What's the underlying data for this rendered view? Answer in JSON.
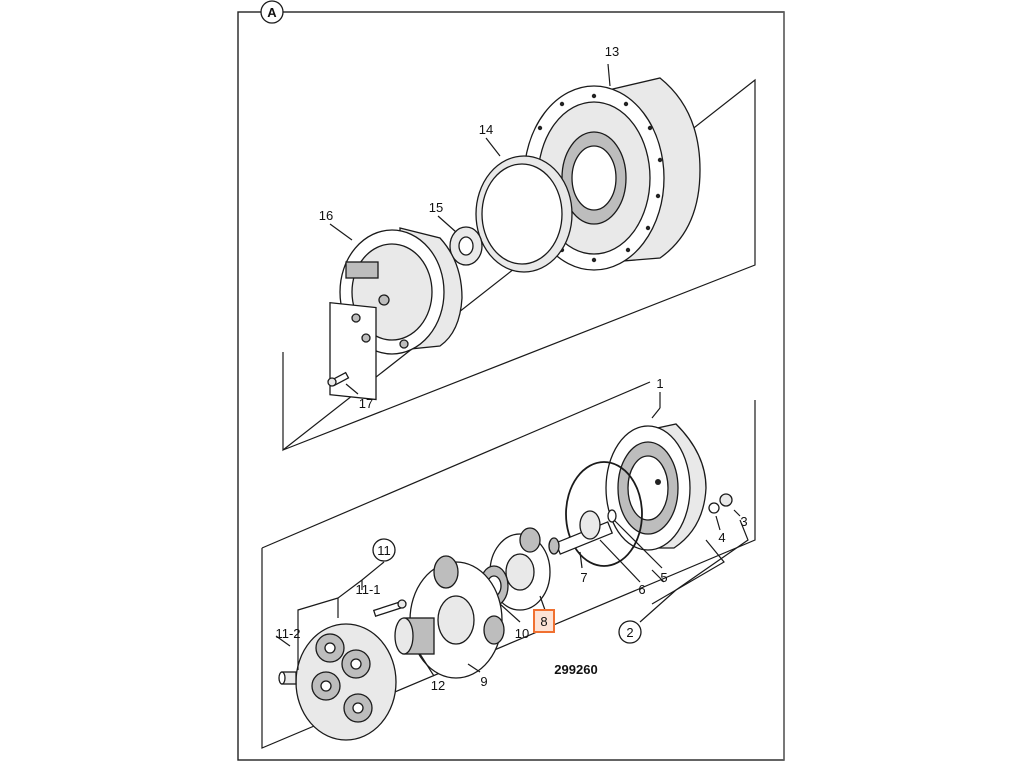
{
  "diagram": {
    "section_marker": "A",
    "drawing_number": "299260",
    "highlight_color": "#f07030",
    "callouts": {
      "c1": "1",
      "c2": "2",
      "c3": "3",
      "c4": "4",
      "c5": "5",
      "c6": "6",
      "c7": "7",
      "c8": "8",
      "c9": "9",
      "c10": "10",
      "c11": "11",
      "c11_1": "11-1",
      "c11_2": "11-2",
      "c12": "12",
      "c13": "13",
      "c14": "14",
      "c15": "15",
      "c16": "16",
      "c17": "17"
    },
    "highlighted_callout": "8"
  }
}
